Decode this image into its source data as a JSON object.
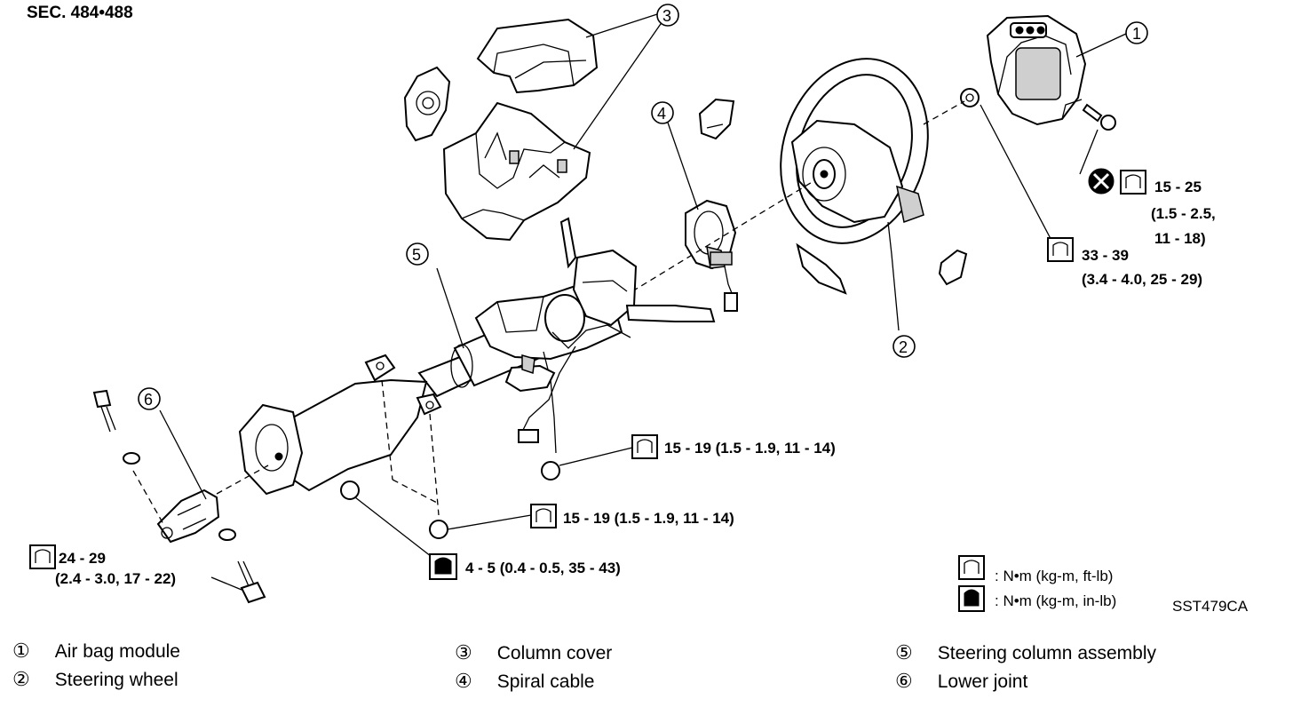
{
  "section_label": "SEC. 484•488",
  "diagram_code": "SST479CA",
  "callouts": [
    "1",
    "2",
    "3",
    "4",
    "5",
    "6"
  ],
  "torques": {
    "airbag_bolt_line1": "15 - 25",
    "airbag_bolt_line2": "(1.5 - 2.5,",
    "airbag_bolt_line3": "11 - 18)",
    "wheel_nut_line1": "33 - 39",
    "wheel_nut_line2": "(3.4 - 4.0, 25 - 29)",
    "column_nut_upper": "15 - 19 (1.5 - 1.9, 11 - 14)",
    "column_nut_lower": "15 - 19 (1.5 - 1.9, 11 - 14)",
    "bracket_nut": "4 - 5 (0.4 - 0.5,  35 - 43)",
    "lower_joint_line1": "24 - 29",
    "lower_joint_line2": "(2.4 - 3.0, 17 - 22)"
  },
  "units_key": {
    "open_wrench": ": N•m (kg-m, ft-lb)",
    "filled_wrench": ": N•m (kg-m, in-lb)"
  },
  "legend": [
    {
      "num": "①",
      "label": "Air bag module"
    },
    {
      "num": "②",
      "label": "Steering wheel"
    },
    {
      "num": "③",
      "label": "Column cover"
    },
    {
      "num": "④",
      "label": "Spiral cable"
    },
    {
      "num": "⑤",
      "label": "Steering column assembly"
    },
    {
      "num": "⑥",
      "label": "Lower joint"
    }
  ]
}
